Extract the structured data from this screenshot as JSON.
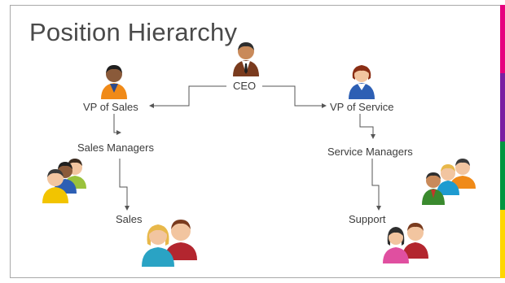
{
  "diagram": {
    "title": "Position Hierarchy",
    "nodes": {
      "ceo": "CEO",
      "vp_sales": "VP of Sales",
      "vp_service": "VP of Service",
      "sales_managers": "Sales Managers",
      "service_managers": "Service Managers",
      "sales": "Sales",
      "support": "Support"
    },
    "edges": [
      [
        "ceo",
        "vp_sales"
      ],
      [
        "ceo",
        "vp_service"
      ],
      [
        "vp_sales",
        "sales_managers"
      ],
      [
        "sales_managers",
        "sales"
      ],
      [
        "vp_service",
        "service_managers"
      ],
      [
        "service_managers",
        "support"
      ]
    ]
  },
  "colors": {
    "accent_strip": [
      "#e6007e",
      "#7a1fa2",
      "#009640",
      "#ffd700"
    ],
    "connector": "#555555",
    "skin": "#f2c5a0",
    "skin_dark": "#8a5a3a",
    "hair_dark": "#2e2e2e",
    "hair_brown": "#6b3a1e",
    "hair_blond": "#e8b84a"
  },
  "icons": {
    "ceo": "person-suit-icon",
    "vp_sales": "person-orange-icon",
    "vp_service": "person-blue-icon",
    "sales_managers": "group-of-three-icon",
    "service_managers": "group-of-three-icon",
    "sales": "pair-of-people-icon",
    "support": "pair-of-people-icon"
  }
}
